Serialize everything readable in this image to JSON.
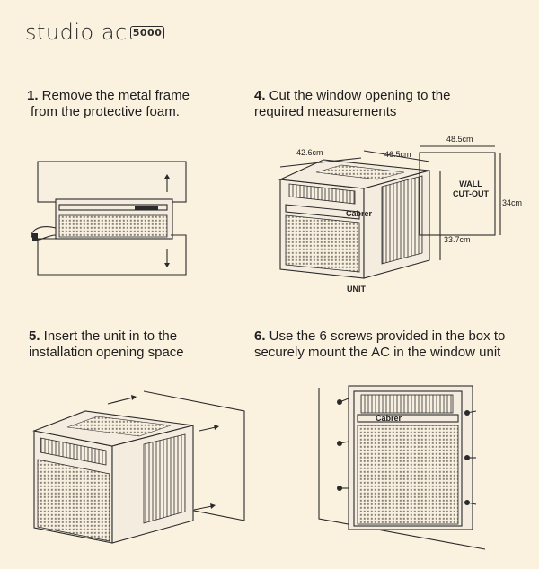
{
  "brand": {
    "name": "studio ac",
    "model": "5000"
  },
  "steps": [
    {
      "num": "1.",
      "line1": " Remove the metal frame",
      "line2": "from the protective foam."
    },
    {
      "num": "4.",
      "line1": " Cut the window opening to the",
      "line2": "required measurements"
    },
    {
      "num": "5.",
      "line1": " Insert the unit in to the",
      "line2": "installation opening space"
    },
    {
      "num": "6.",
      "line1": " Use the 6 screws provided in the box to",
      "line2": "securely mount the AC in the window unit"
    }
  ],
  "dimensions": {
    "unit_width": "42.6cm",
    "unit_depth": "46.5cm",
    "cutout_width": "48.5cm",
    "cutout_height": "34cm",
    "unit_height": "33.7cm",
    "wall_cutout_label_1": "WALL",
    "wall_cutout_label_2": "CUT-OUT",
    "unit_label": "UNIT"
  },
  "ac_logo": "Cabrer"
}
